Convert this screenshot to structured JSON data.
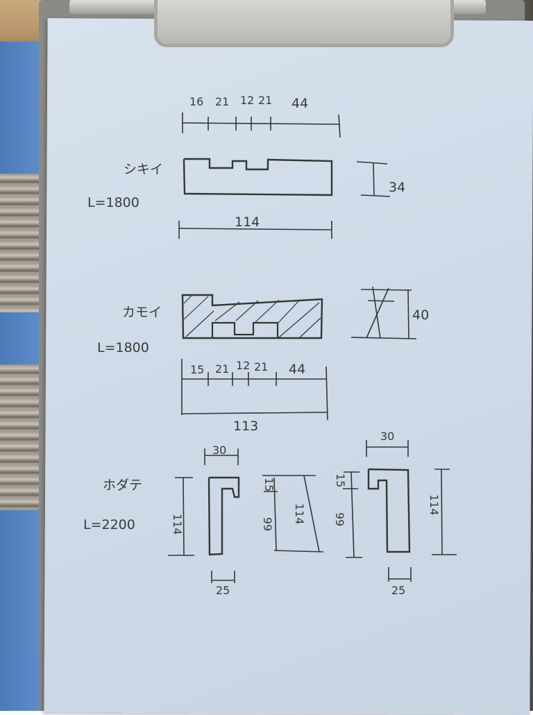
{
  "sections": {
    "shikii": {
      "name": "シキイ",
      "length": "L=1800",
      "top_dims": [
        "16",
        "21",
        "12",
        "21",
        "44"
      ],
      "total_width": "114",
      "height": "34"
    },
    "kamoi": {
      "name": "カモイ",
      "length": "L=1800",
      "bottom_dims": [
        "15",
        "21",
        "12",
        "21",
        "44"
      ],
      "total_width": "113",
      "height": "40"
    },
    "hodate": {
      "name": "ホダテ",
      "length": "L=2200",
      "left_height": "114",
      "left_top_width": "30",
      "left_bottom_width": "25",
      "mid_top": "15",
      "mid_lower": "99",
      "mid_total": "114",
      "right_mid_top": "15",
      "right_mid_lower": "99",
      "right_top_width": "30",
      "right_bottom_width": "25",
      "right_height": "114"
    }
  }
}
